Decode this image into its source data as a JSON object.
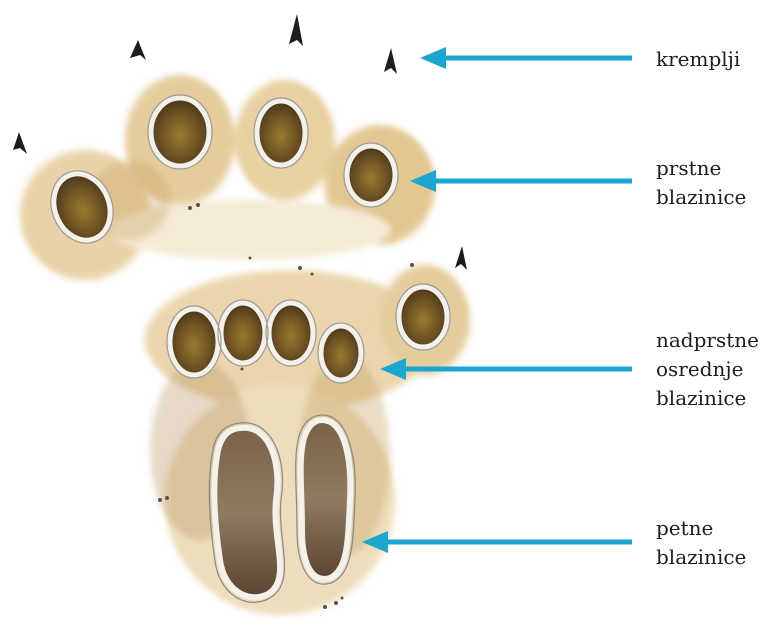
{
  "arrow_color": "#1aa6cf",
  "labels": [
    {
      "name": "kremplji",
      "lines": [
        "kremplji"
      ]
    },
    {
      "name": "prstne-blazinice",
      "lines": [
        "prstne",
        "blazinice"
      ]
    },
    {
      "name": "nadprstne-osrednje-blazinice",
      "lines": [
        "nadprstne",
        "osrednje",
        "blazinice"
      ]
    },
    {
      "name": "petne-blazinice",
      "lines": [
        "petne",
        "blazinice"
      ]
    }
  ]
}
